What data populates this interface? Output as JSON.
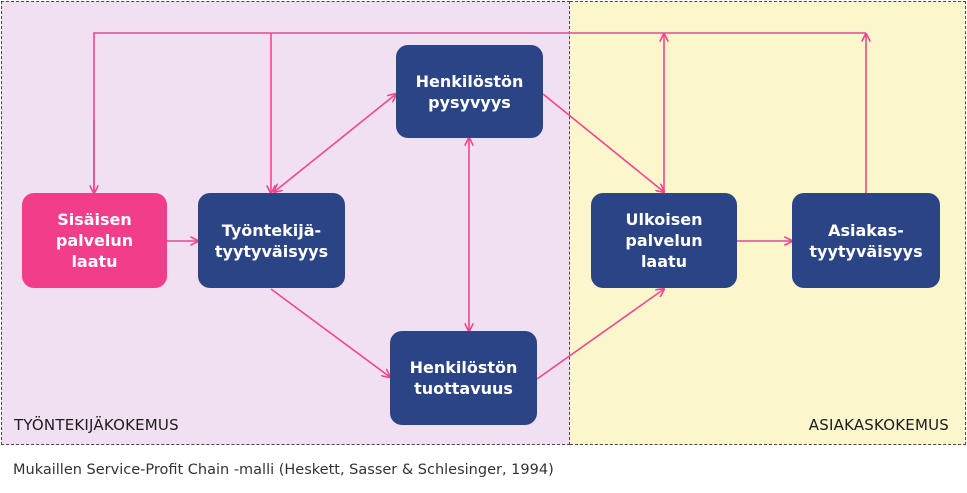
{
  "zones": {
    "employee": "TYÖNTEKIJÄKOKEMUS",
    "customer": "ASIAKASKOKEMUS"
  },
  "nodes": {
    "internal_quality": "Sisäisen\npalvelun\nlaatu",
    "employee_satisfaction": "Työntekijä-\ntyytyväisyys",
    "retention": "Henkilöstön\npysyvyys",
    "productivity": "Henkilöstön\ntuottavuus",
    "external_quality": "Ulkoisen\npalvelun\nlaatu",
    "customer_satisfaction": "Asiakas-\ntyytyväisyys"
  },
  "caption": "Mukaillen Service-Profit Chain -malli (Heskett, Sasser & Schlesinger, 1994)",
  "colors": {
    "arrow": "#f0468f",
    "node": "#2b4486",
    "highlight_node": "#f23d8b",
    "employee_zone": "#f1e0f1",
    "customer_zone": "#fbf6cc"
  }
}
